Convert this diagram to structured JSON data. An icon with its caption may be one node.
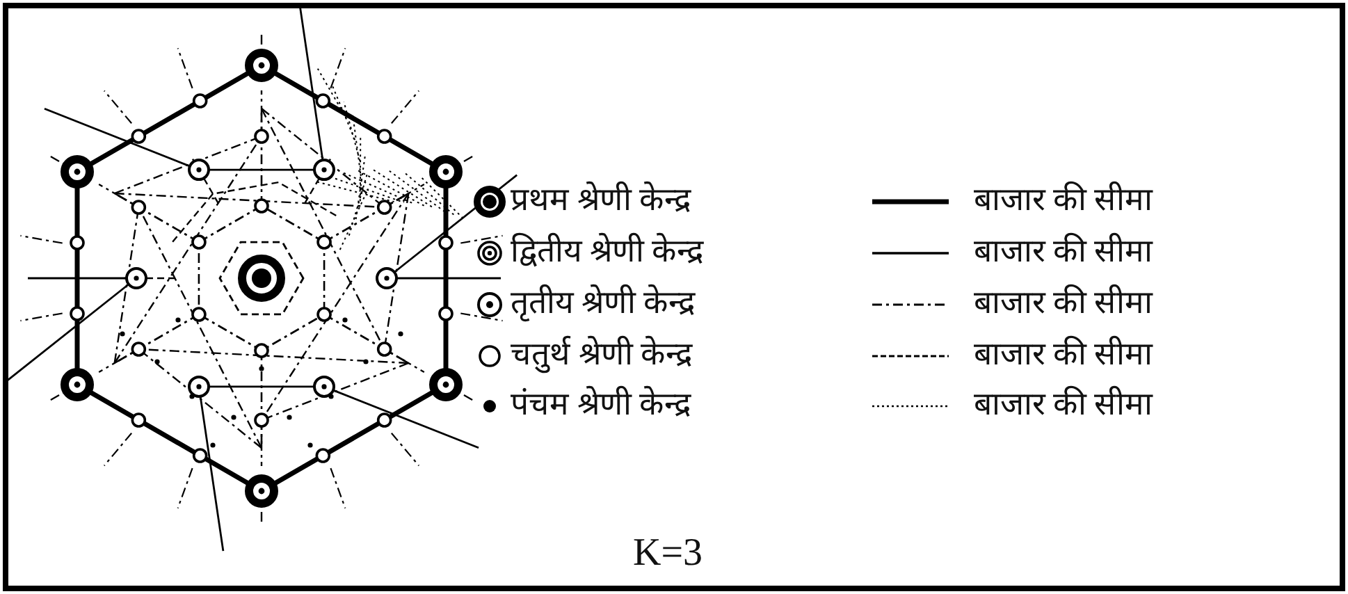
{
  "diagram": {
    "labels": [
      "K=3"
    ],
    "legend": [
      {
        "text": "प्रथम श्रेणी केन्द्र"
      },
      {
        "text": "बाजार की सीमा"
      },
      {
        "text": "द्वितीय श्रेणी केन्द्र"
      },
      {
        "text": "बाजार की सीमा"
      },
      {
        "text": "तृतीय श्रेणी केन्द्र"
      },
      {
        "text": "बाजार की सीमा"
      },
      {
        "text": "चतुर्थ श्रेणी केन्द्र"
      },
      {
        "text": "बाजार की सीमा"
      },
      {
        "text": "पंचम श्रेणी केन्द्र"
      },
      {
        "text": "बाजार की सीमा"
      }
    ]
  }
}
